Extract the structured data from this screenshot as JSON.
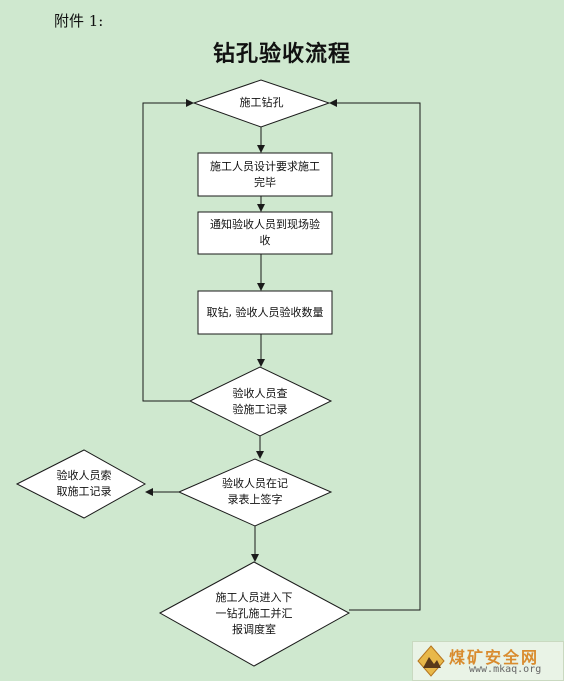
{
  "header": {
    "attachment_label": "附件 1:",
    "title": "钻孔验收流程"
  },
  "nodes": {
    "start": "施工钻孔",
    "design_done": "施工人员设计要求施工\n完毕",
    "notify": "通知验收人员到现场验\n收",
    "measure": "取钻, 验收人员验收数量",
    "check": "验收人员查\n验施工记录",
    "sign": "验收人员在记\n录表上签字",
    "fetch_record": "验收人员索\n取施工记录",
    "next": "施工人员进入下\n一钻孔施工并汇\n报调度室"
  },
  "watermark": {
    "brand": "煤矿安全网",
    "url": "www.mkaq.org"
  },
  "colors": {
    "background": "#cfe8cf",
    "box_fill": "#ffffff",
    "stroke": "#1a1a1a"
  }
}
